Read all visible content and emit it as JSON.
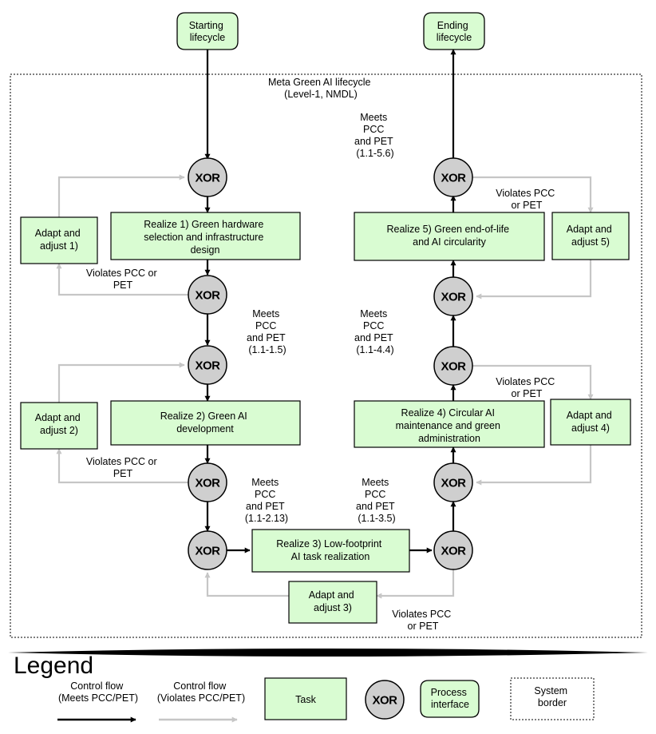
{
  "diagram": {
    "start": "Starting lifecycle",
    "end": "Ending lifecycle",
    "border_title_1": "Meta Green AI lifecycle",
    "border_title_2": "(Level-1, NMDL)",
    "xor": "XOR",
    "tasks": {
      "t1": [
        "Realize 1) Green hardware",
        "selection and infrastructure",
        "design"
      ],
      "t2": [
        "Realize 2) Green AI",
        "development"
      ],
      "t3": [
        "Realize 3) Low-footprint",
        "AI task realization"
      ],
      "t4": [
        "Realize 4) Circular AI",
        "maintenance and green",
        "administration"
      ],
      "t5": [
        "Realize 5) Green end-of-life",
        "and AI circularity"
      ],
      "a1": [
        "Adapt and",
        "adjust 1)"
      ],
      "a2": [
        "Adapt and",
        "adjust 2)"
      ],
      "a3": [
        "Adapt and",
        "adjust 3)"
      ],
      "a4": [
        "Adapt and",
        "adjust 4)"
      ],
      "a5": [
        "Adapt and",
        "adjust 5)"
      ]
    },
    "labels": {
      "meets_15": [
        "Meets",
        "PCC",
        "and PET",
        "(1.1-1.5)"
      ],
      "meets_213": [
        "Meets",
        "PCC",
        "and PET",
        "(1.1-2.13)"
      ],
      "meets_35": [
        "Meets",
        "PCC",
        "and PET",
        "(1.1-3.5)"
      ],
      "meets_44": [
        "Meets",
        "PCC",
        "and PET",
        "(1.1-4.4)"
      ],
      "meets_56": [
        "Meets",
        "PCC",
        "and PET",
        "(1.1-5.6)"
      ],
      "violates_1": [
        "Violates  PCC  or",
        "PET"
      ],
      "violates_2": [
        "Violates  PCC  or",
        "PET"
      ],
      "violates_3": [
        "Violates  PCC",
        "or PET"
      ],
      "violates_4": [
        "Violates  PCC",
        "or PET"
      ],
      "violates_5": [
        "Violates  PCC",
        "or PET"
      ]
    }
  },
  "legend": {
    "title": "Legend",
    "control_meets": [
      "Control flow",
      "(Meets PCC/PET)"
    ],
    "control_violates": [
      "Control flow",
      "(Violates PCC/PET)"
    ],
    "task": "Task",
    "xor": "XOR",
    "process_interface": [
      "Process",
      "interface"
    ],
    "system_border": [
      "System",
      "border"
    ]
  },
  "colors": {
    "task_fill": "#d9fcd2",
    "xor_fill": "#cfcfcf",
    "meets_flow": "#000000",
    "violates_flow": "#c6c6c6"
  }
}
